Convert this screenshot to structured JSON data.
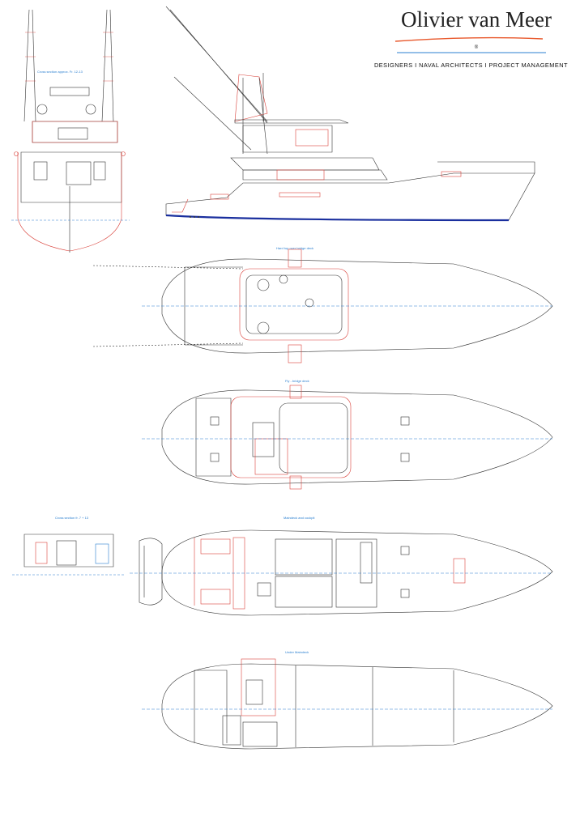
{
  "brand": {
    "name": "Olivier van Meer",
    "registered": "®",
    "tagline": "DESIGNERS  I  NAVAL ARCHITECTS  I  PROJECT MANAGEMENT",
    "underline_color": "#e8572a"
  },
  "drawing": {
    "line_color": "#333333",
    "accent_color": "#d9413a",
    "annotation_color": "#2a7fd0",
    "hull_bottom_color": "#1a2f9e",
    "views": [
      {
        "id": "cross-section-tuna-tower",
        "caption": "Cross section approx. Fr. 12-13"
      },
      {
        "id": "profile",
        "caption": ""
      },
      {
        "id": "hardtop-over-bridge-deck",
        "caption": "Hard top over bridge deck"
      },
      {
        "id": "flybridge-deck",
        "caption": "Fly - bridge deck"
      },
      {
        "id": "cross-section-cockpit",
        "caption": "Cross section fr. 7 + 13"
      },
      {
        "id": "maindeck-and-cockpit",
        "caption": "Maindeck and cockpit"
      },
      {
        "id": "under-maindeck",
        "caption": "Under Maindeck"
      }
    ]
  }
}
